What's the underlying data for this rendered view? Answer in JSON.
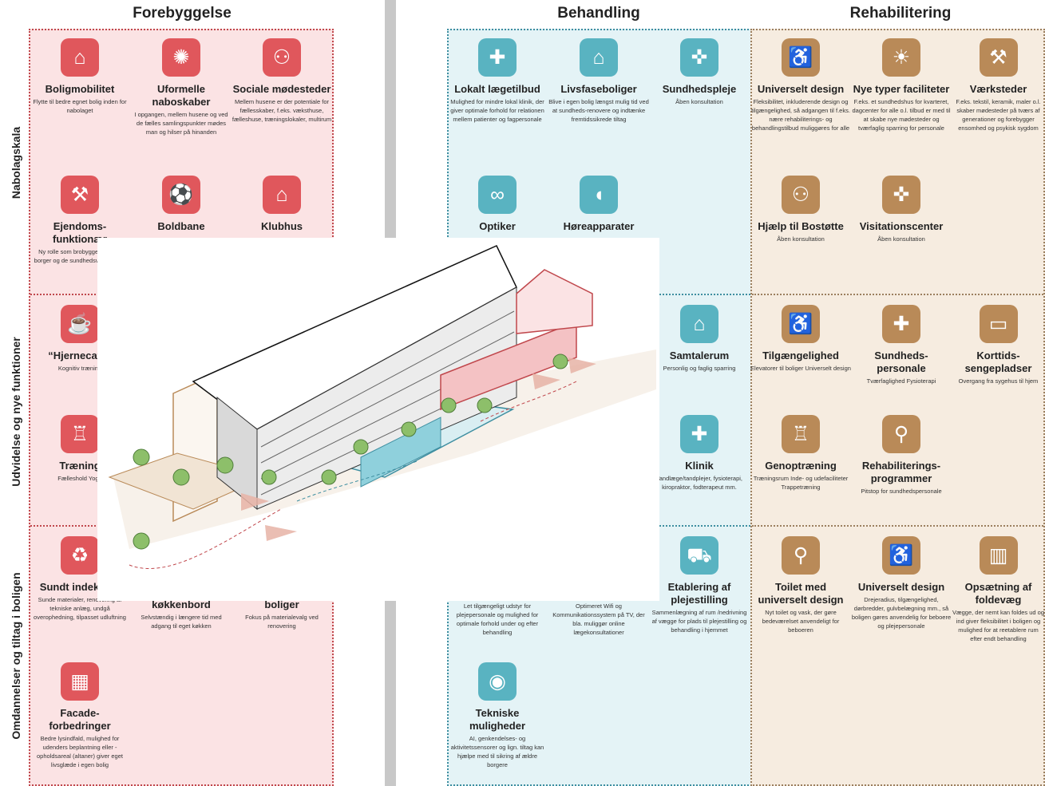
{
  "columns": {
    "forebyggelse": "Forebyggelse",
    "behandling": "Behandling",
    "rehabilitering": "Rehabilitering"
  },
  "rows": {
    "nabolagskala": "Nabolagskala",
    "udvidelse": "Udvidelse og nye funktioner",
    "omdannelser": "Omdannelser og tiltag i boligen"
  },
  "items": {
    "boligmobilitet": {
      "title": "Boligmobilitet",
      "desc": "Flytte til bedre egnet bolig inden for nabolaget",
      "icon": "house-move-icon"
    },
    "uformelle": {
      "title": "Uformelle naboskaber",
      "desc": "I opgangen, mellem husene og ved de fælles samlingspunkter mødes man og hilser på hinanden",
      "icon": "house-burst-icon"
    },
    "sociale": {
      "title": "Sociale mødesteder",
      "desc": "Mellem husene er der potentiale for fællesskaber, f.eks. væksthuse, fælleshuse, træningslokaler, multirum",
      "icon": "people-meeting-icon"
    },
    "ejendoms": {
      "title": "Ejendoms-funktionær",
      "desc": "Ny rolle som brobygger mellem borger og de sundhedsværksteder",
      "icon": "janitor-icon"
    },
    "boldbane": {
      "title": "Boldbane",
      "desc": "",
      "icon": "goal-icon"
    },
    "klubhus": {
      "title": "Klubhus",
      "desc": "",
      "icon": "clubhouse-icon"
    },
    "hjernecafe": {
      "title": "“Hjernecafé”",
      "desc": "Kognitiv træning",
      "icon": "cafe-table-icon"
    },
    "traening": {
      "title": "Træning",
      "desc": "Fælleshold Yoga",
      "icon": "weightlifter-icon"
    },
    "sundt": {
      "title": "Sundt indeklima",
      "desc": "Sunde materialer, renovering af tekniske anlæg, undgå overophedning, tilpasset udluftning",
      "icon": "house-cycle-icon"
    },
    "koekkenbord": {
      "title": "køkkenbord",
      "desc": "Selvstændig i længere tid med adgang til eget køkken",
      "icon": ""
    },
    "boliger_om": {
      "title": "boliger",
      "desc": "Fokus på materialevalg ved renovering",
      "icon": ""
    },
    "facade": {
      "title": "Facade-forbedringer",
      "desc": "Bedre lysindfald, mulighed for udenders beplantning eller -opholdsareal (altaner) giver eget livsglæde i egen bolig",
      "icon": "facade-icon"
    },
    "laegetilbud": {
      "title": "Lokalt lægetilbud",
      "desc": "Mulighed for mindre lokal klinik, der giver optimale forhold for relationen mellem patienter og fagpersonale",
      "icon": "cross-icon"
    },
    "livsfase": {
      "title": "Livsfaseboliger",
      "desc": "Blive i egen bolig længst mulig tid ved at sundheds-renovere og indtænke fremtidssikrede tiltag",
      "icon": "house-circle-icon"
    },
    "sundhedspleje": {
      "title": "Sundhedspleje",
      "desc": "Åben konsultation",
      "icon": "nurse-baby-icon"
    },
    "optiker": {
      "title": "Optiker",
      "desc": "",
      "icon": "glasses-icon"
    },
    "hoereapparater": {
      "title": "Høreapparater",
      "desc": "",
      "icon": "ear-icon"
    },
    "samtalerum": {
      "title": "Samtalerum",
      "desc": "Personlig og faglig sparring",
      "icon": "conversation-icon"
    },
    "klinik": {
      "title": "Klinik",
      "desc": "Tandlæge/tandplejer, fysioterapi, kiropraktor, fodterapeut mm.",
      "icon": "tooth-icon"
    },
    "plejeudstyr": {
      "title": "",
      "desc": "Let tilgængeligt udstyr for plejepersonale og mulighed for optimale forhold under og efter behandling",
      "icon": ""
    },
    "wifi": {
      "title": "",
      "desc": "Optimeret Wifi og Kommunikationssystem på TV, der bla. muliggør online lægekonsultationer",
      "icon": ""
    },
    "etablering": {
      "title": "Etablering af plejestilling",
      "desc": "Sammenlægning af rum /nedrivning af vægge for plads til plejestilling og behandling i hjemmet",
      "icon": "bed-icon"
    },
    "tekniske": {
      "title": "Tekniske muligheder",
      "desc": "AI, genkendelses- og aktivitetssensorer og lign. tiltag kan hjælpe med til sikring af ældre borgere",
      "icon": "signal-icon"
    },
    "universelt": {
      "title": "Universelt design",
      "desc": "Fleksibilitet, inkluderende design og tilgængelighed, så adgangen til f.eks. nære rehabiliterings- og behandlingstilbud muliggøres for alle",
      "icon": "wheelchair-icon"
    },
    "nyetyper": {
      "title": "Nye typer faciliteter",
      "desc": "F.eks. et sundhedshus for kvarteret, dagcenter for alle o.l. tilbud er med til at skabe nye mødesteder og tværfaglig sparring for personale",
      "icon": "lightbulb-icon"
    },
    "vaerksteder": {
      "title": "Værksteder",
      "desc": "F.eks. tekstil, keramik, maler o.l. skaber mødesteder på tværs af generationer og forebygger ensomhed og psykisk sygdom",
      "icon": "tools-icon"
    },
    "bostoette": {
      "title": "Hjælp til Bostøtte",
      "desc": "Åben konsultation",
      "icon": "helping-icon"
    },
    "visitation": {
      "title": "Visitationscenter",
      "desc": "Åben konsultation",
      "icon": "visitation-icon"
    },
    "tilgaengelighed": {
      "title": "Tilgængelighed",
      "desc": "Elevatorer til boliger Universelt design",
      "icon": "elevator-icon"
    },
    "sundhedspersonale": {
      "title": "Sundheds-personale",
      "desc": "Tværfaglighed Fysioterapi",
      "icon": "staff-icon"
    },
    "korttids": {
      "title": "Korttids-sengepladser",
      "desc": "Overgang fra sygehus til hjem",
      "icon": "bed-short-icon"
    },
    "genoptraening": {
      "title": "Genoptræning",
      "desc": "Træningsrum Inde- og udefaciliteter Trappetræning",
      "icon": "training-icon"
    },
    "rehabprog": {
      "title": "Rehabiliterings-programmer",
      "desc": "Pitstop for sundhedspersonale",
      "icon": "program-icon"
    },
    "toilet": {
      "title": "Toilet med universelt design",
      "desc": "Nyt toilet og vask, der gøre bedeværelset anvendeligt for beboeren",
      "icon": "toilet-icon"
    },
    "univ2": {
      "title": "Universelt design",
      "desc": "Drejeradius, tilgængelighed, dørbredder, gulvbelægning mm., så boligen gøres anvendelig for beboere og plejepersonale",
      "icon": "wheelchair-person-icon"
    },
    "foldevaeg": {
      "title": "Opsætning af foldevæg",
      "desc": "Vægge, der nemt kan foldes ud og ind giver fleksibilitet i boligen og mulighed for at reetablere rum efter endt behandling",
      "icon": "folding-wall-icon"
    }
  },
  "colors": {
    "pink_icon": "#e0575c",
    "blue_icon": "#59b3c1",
    "tan_icon": "#b98a58"
  }
}
